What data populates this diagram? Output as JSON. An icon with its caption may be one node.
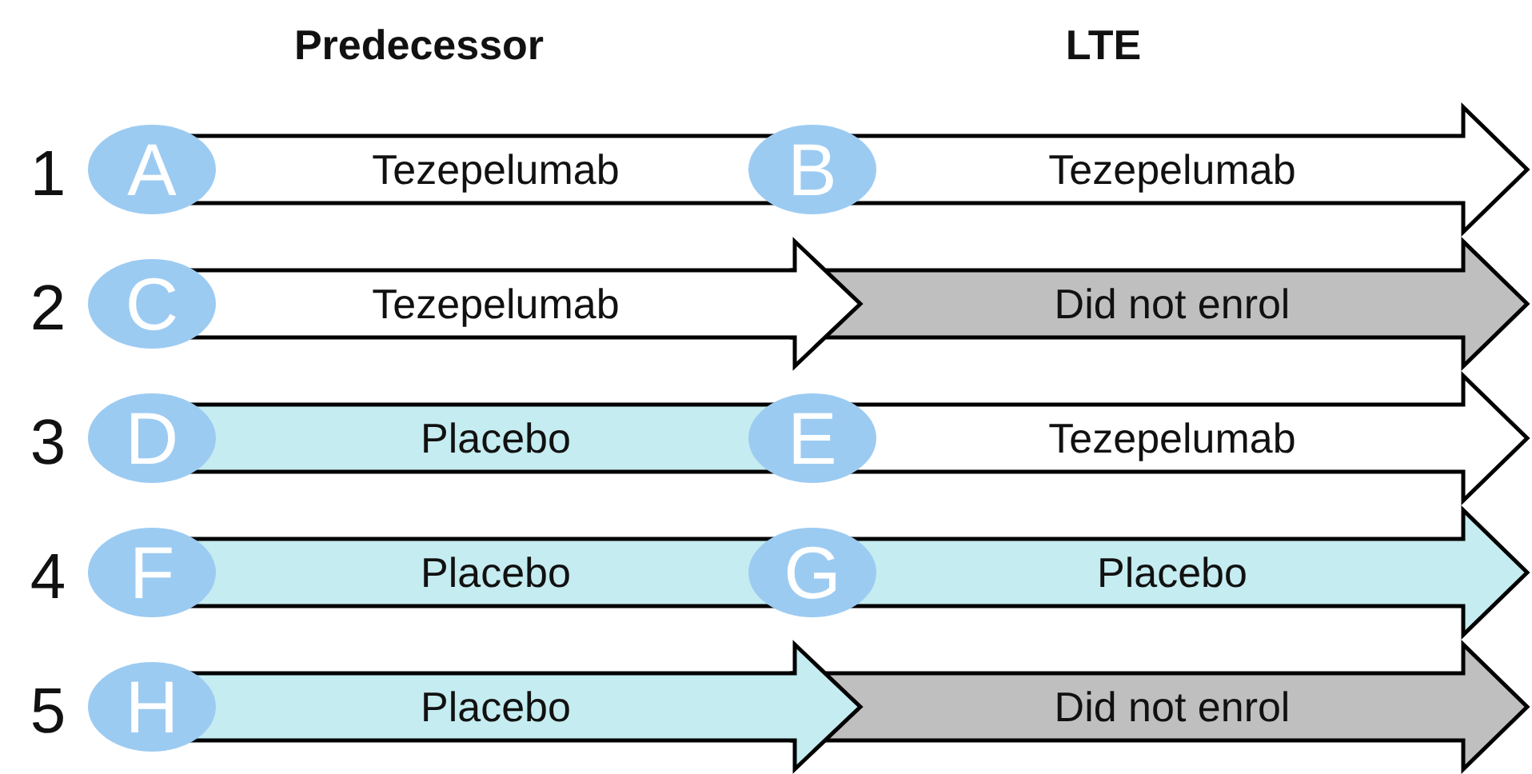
{
  "diagram": {
    "nodes": [
      {
        "text": [
          "A"
        ]
      },
      {
        "text": [
          "Tezepelumab"
        ]
      },
      {
        "text": [
          "B"
        ]
      },
      {
        "text": [
          "Tezepelumab"
        ]
      },
      {
        "text": [
          "C"
        ]
      },
      {
        "text": [
          "Tezepelumab"
        ]
      },
      {
        "text": [
          "Did not enrol"
        ]
      },
      {
        "text": [
          "D"
        ]
      },
      {
        "text": [
          "Placebo"
        ]
      },
      {
        "text": [
          "E"
        ]
      },
      {
        "text": [
          "Tezepelumab"
        ]
      },
      {
        "text": [
          "F"
        ]
      },
      {
        "text": [
          "Placebo"
        ]
      },
      {
        "text": [
          "G"
        ]
      },
      {
        "text": [
          "Placebo"
        ]
      },
      {
        "text": [
          "H"
        ]
      },
      {
        "text": [
          "Placebo"
        ]
      },
      {
        "text": [
          "Did not enrol"
        ]
      }
    ],
    "labels": [
      "Predecessor",
      "LTE",
      "1",
      "2",
      "3",
      "4",
      "5"
    ]
  }
}
